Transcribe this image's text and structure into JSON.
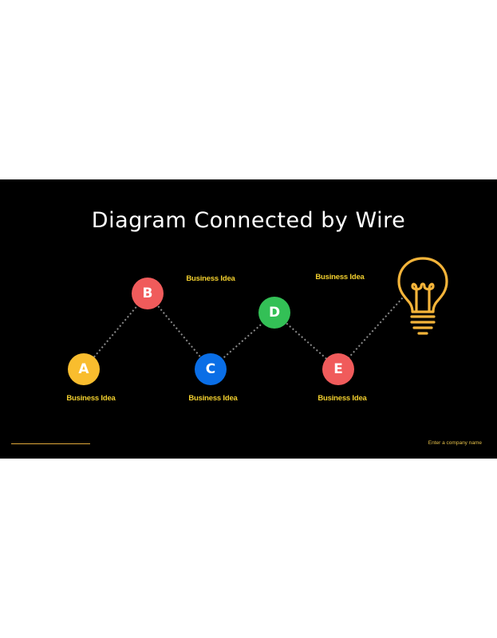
{
  "slide": {
    "title": "Diagram Connected by Wire",
    "footer_text": "Enter a company name"
  },
  "colors": {
    "background": "#000000",
    "title": "#ffffff",
    "caption": "#f2cf2e",
    "wire": "#8a8a8a",
    "bulb": "#f4b43a",
    "footer_line": "#e1a93a"
  },
  "nodes": [
    {
      "id": "a",
      "letter": "A",
      "color": "#f9bd2e",
      "caption": "Business Idea"
    },
    {
      "id": "b",
      "letter": "B",
      "color": "#f05b5b",
      "caption": "Business Idea"
    },
    {
      "id": "c",
      "letter": "C",
      "color": "#0a6ee6",
      "caption": "Business Idea"
    },
    {
      "id": "d",
      "letter": "D",
      "color": "#33c056",
      "caption": "Business Idea"
    },
    {
      "id": "e",
      "letter": "E",
      "color": "#f05b5b",
      "caption": "Business Idea"
    }
  ],
  "bulb_icon": "lightbulb-icon"
}
